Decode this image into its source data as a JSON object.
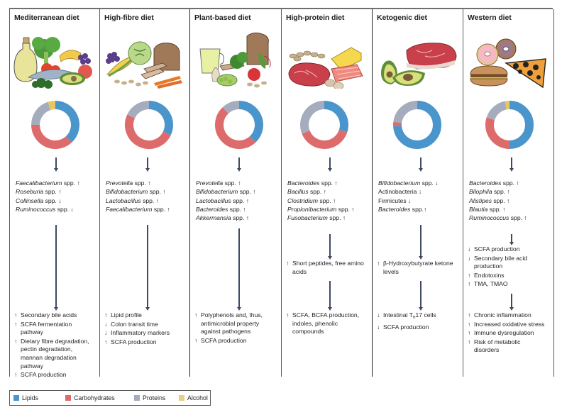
{
  "colors": {
    "lipids": "#4a95cc",
    "carbohydrates": "#de6b6b",
    "proteins": "#a4acbd",
    "alcohol": "#e8c85e",
    "arrow": "#3e4a63",
    "border": "#58595b"
  },
  "legend": [
    {
      "key": "lipids",
      "label": "Lipids"
    },
    {
      "key": "carbohydrates",
      "label": "Carbohydrates"
    },
    {
      "key": "proteins",
      "label": "Proteins"
    },
    {
      "key": "alcohol",
      "label": "Alcohol"
    }
  ],
  "diets": [
    {
      "title": "Mediterranean diet",
      "food_icon": "olive-oil-broccoli-fish-fruit-icon",
      "taxa": [
        {
          "name": "Faecalibacterium",
          "italic": true,
          "suffix": " spp. ↑"
        },
        {
          "name": "Roseburia",
          "italic": true,
          "suffix": " spp. ↑"
        },
        {
          "name": "Collinsella",
          "italic": true,
          "suffix": " spp. ↓"
        },
        {
          "name": "Ruminococcus",
          "italic": true,
          "suffix": " spp. ↓"
        }
      ],
      "intermediate": [],
      "outcomes": [
        {
          "dir": "↑",
          "text": "Secondary bile acids"
        },
        {
          "dir": "↑",
          "text": "SCFA fermentation pathway"
        },
        {
          "dir": "↑",
          "text": "Dietary fibre degradation, pectin degradation, mannan degradation pathway"
        },
        {
          "dir": "↑",
          "text": "SCFA production"
        }
      ]
    },
    {
      "title": "High-fibre diet",
      "food_icon": "grapes-corn-cabbage-bread-carrot-icon",
      "taxa": [
        {
          "name": "Prevotella",
          "italic": true,
          "suffix": " spp. ↑"
        },
        {
          "name": "Bifidobacterium",
          "italic": true,
          "suffix": " spp. ↑"
        },
        {
          "name": "Lactobacillus",
          "italic": true,
          "suffix": " spp. ↑"
        },
        {
          "name": "Faecalibacterium",
          "italic": true,
          "suffix": " spp. ↑"
        }
      ],
      "intermediate": [],
      "outcomes": [
        {
          "dir": "↑",
          "text": "Lipid profile"
        },
        {
          "dir": "↓",
          "text": "Colon transit time"
        },
        {
          "dir": "↓",
          "text": "Inflammatory markers"
        },
        {
          "dir": "↑",
          "text": "SCFA production"
        }
      ]
    },
    {
      "title": "Plant-based diet",
      "food_icon": "juice-bread-broccoli-beet-peas-icon",
      "taxa": [
        {
          "name": "Prevotella",
          "italic": true,
          "suffix": " spp. ↑"
        },
        {
          "name": "Bifidobacterium",
          "italic": true,
          "suffix": " spp. ↑"
        },
        {
          "name": "Lactobacillus",
          "italic": true,
          "suffix": " spp. ↑"
        },
        {
          "name": "Bacteroides",
          "italic": true,
          "suffix": " spp. ↑"
        },
        {
          "name": "Akkermansia",
          "italic": true,
          "suffix": " spp. ↑"
        }
      ],
      "intermediate": [],
      "outcomes": [
        {
          "dir": "↑",
          "text": "Polyphenols and, thus, antimicrobial property against pathogens"
        },
        {
          "dir": "↑",
          "text": "SCFA production"
        }
      ]
    },
    {
      "title": "High-protein diet",
      "food_icon": "nuts-cheese-steak-salmon-eggs-icon",
      "taxa": [
        {
          "name": "Bacteroides",
          "italic": true,
          "suffix": " spp. ↑"
        },
        {
          "name": "Bacillus",
          "italic": true,
          "suffix": " spp. ↑"
        },
        {
          "name": "Clostridium",
          "italic": true,
          "suffix": " spp. ↑"
        },
        {
          "name": "Propionibacterium",
          "italic": true,
          "suffix": " spp. ↑"
        },
        {
          "name": "Fusobacterium",
          "italic": true,
          "suffix": " spp. ↑"
        }
      ],
      "intermediate": [
        {
          "dir": "↑",
          "text": "Short peptides, free amino acids"
        }
      ],
      "outcomes": [
        {
          "dir": "↑",
          "text": "SCFA, BCFA production, indoles, phenolic compounds"
        }
      ]
    },
    {
      "title": "Ketogenic diet",
      "food_icon": "avocado-steak-icon",
      "taxa": [
        {
          "name": "Bifidobacterium",
          "italic": true,
          "suffix": " spp. ↓"
        },
        {
          "name": "Actinobacteria ↓",
          "italic": false,
          "suffix": ""
        },
        {
          "name": "Firmicutes ↓",
          "italic": false,
          "suffix": ""
        },
        {
          "name": "Bacteroides",
          "italic": true,
          "suffix": " spp.↑"
        }
      ],
      "intermediate": [
        {
          "dir": "↑",
          "text": "β-Hydroxybutyrate ketone levels"
        }
      ],
      "outcomes": [
        {
          "dir": "↓",
          "text": "Intestinal T",
          "sub": "H",
          "after": "17 cells"
        },
        {
          "dir": "↓",
          "text": "SCFA production"
        }
      ]
    },
    {
      "title": "Western diet",
      "food_icon": "doughnuts-pizza-burger-icon",
      "taxa": [
        {
          "name": "Bacteroides",
          "italic": true,
          "suffix": " spp. ↑"
        },
        {
          "name": "Bilophila",
          "italic": true,
          "suffix": " spp. ↑"
        },
        {
          "name": "Alistipes",
          "italic": true,
          "suffix": " spp. ↑"
        },
        {
          "name": "Blautia",
          "italic": true,
          "suffix": " spp. ↑"
        },
        {
          "name": "Ruminococcus",
          "italic": true,
          "suffix": " spp. ↑"
        }
      ],
      "intermediate": [
        {
          "dir": "↓",
          "text": "SCFA production"
        },
        {
          "dir": "↓",
          "text": "Secondary bile acid production"
        },
        {
          "dir": "↑",
          "text": "Endotoxins"
        },
        {
          "dir": "↑",
          "text": "TMA, TMAO"
        }
      ],
      "outcomes": [
        {
          "dir": "↑",
          "text": "Chronic inflammation"
        },
        {
          "dir": "↑",
          "text": "Increased oxidative stress"
        },
        {
          "dir": "↑",
          "text": "Immune dysregulation"
        },
        {
          "dir": "↑",
          "text": "Risk of metabolic disorders"
        }
      ]
    }
  ],
  "chart_data": [
    {
      "type": "pie",
      "title": "Mediterranean diet",
      "categories": [
        "Lipids",
        "Carbohydrates",
        "Proteins",
        "Alcohol"
      ],
      "values": [
        38,
        37,
        20,
        5
      ]
    },
    {
      "type": "pie",
      "title": "High-fibre diet",
      "categories": [
        "Lipids",
        "Carbohydrates",
        "Proteins",
        "Alcohol"
      ],
      "values": [
        32,
        50,
        18,
        0
      ]
    },
    {
      "type": "pie",
      "title": "Plant-based diet",
      "categories": [
        "Lipids",
        "Carbohydrates",
        "Proteins",
        "Alcohol"
      ],
      "values": [
        38,
        50,
        12,
        0
      ]
    },
    {
      "type": "pie",
      "title": "High-protein diet",
      "categories": [
        "Lipids",
        "Carbohydrates",
        "Proteins",
        "Alcohol"
      ],
      "values": [
        30,
        39,
        31,
        0
      ]
    },
    {
      "type": "pie",
      "title": "Ketogenic diet",
      "categories": [
        "Lipids",
        "Carbohydrates",
        "Proteins",
        "Alcohol"
      ],
      "values": [
        74,
        3,
        23,
        0
      ]
    },
    {
      "type": "pie",
      "title": "Western diet",
      "categories": [
        "Lipids",
        "Carbohydrates",
        "Proteins",
        "Alcohol"
      ],
      "values": [
        50,
        30,
        17,
        3
      ]
    }
  ]
}
